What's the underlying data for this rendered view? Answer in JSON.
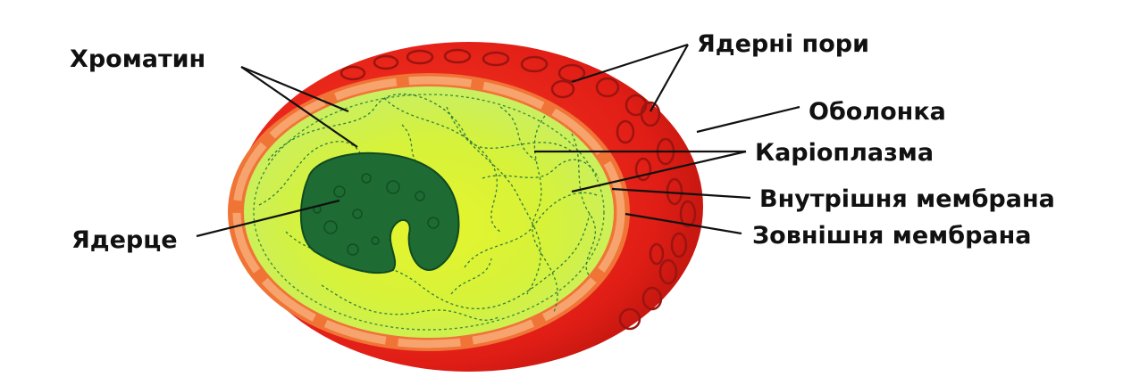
{
  "labels": {
    "chromatin": "Хроматин",
    "nucleolus": "Ядерце",
    "nuclear_pores": "Ядерні пори",
    "envelope": "Оболонка",
    "karyoplasm": "Каріоплазма",
    "inner_membrane": "Внутрішня мембрана",
    "outer_membrane": "Зовнішня мембрана"
  },
  "colors": {
    "outer_membrane": "#e0201c",
    "membrane_rim": "#f07a3a",
    "inner_band": "#f5a070",
    "karyoplasm": "#d8f030",
    "karyoplasm_light": "#b9ef7a",
    "nucleolus": "#1f6b34",
    "nucleolus_dark": "#0f4a22",
    "pore": "#a01410"
  }
}
